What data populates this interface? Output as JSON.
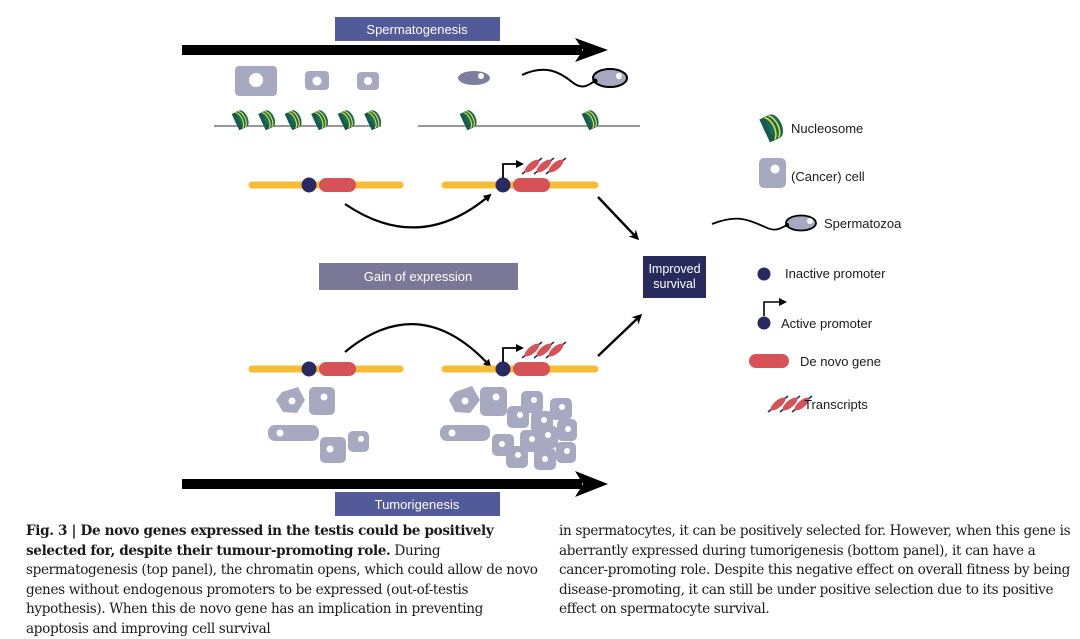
{
  "figure": {
    "top_banner": "Spermatogenesis",
    "middle_banner": "Gain of expression",
    "bottom_banner": "Tumorigenesis",
    "outcome_box": {
      "line1": "Improved",
      "line2": "survival"
    },
    "colors": {
      "banner_blue": "#535a99",
      "banner_grey": "#7a7797",
      "outcome_navy": "#282a5c",
      "chromosome_yellow": "#f6bd33",
      "gene_red": "#d65256",
      "promoter_navy": "#2a2a62",
      "cell_grey": "#a7a9c1",
      "nucleosome_green": "#155c4e",
      "nucleosome_band": "#e6df3c"
    },
    "nucleosomes": {
      "condensed_count": 6,
      "open_count": 2
    },
    "transcripts_per_gene": 3
  },
  "legend": {
    "items": [
      {
        "id": "nucleosome",
        "label": "Nucleosome",
        "icon": "nucleosome-icon"
      },
      {
        "id": "cell",
        "label": "(Cancer) cell",
        "icon": "cell-icon"
      },
      {
        "id": "spermatozoa",
        "label": "Spermatozoa",
        "icon": "spermatozoa-icon"
      },
      {
        "id": "inactive-promoter",
        "label": "Inactive promoter",
        "icon": "inactive-promoter-icon"
      },
      {
        "id": "active-promoter",
        "label": "Active promoter",
        "icon": "active-promoter-icon"
      },
      {
        "id": "de-novo-gene",
        "label": "De novo gene",
        "icon": "de-novo-gene-icon"
      },
      {
        "id": "transcripts",
        "label": "Transcripts",
        "icon": "transcripts-icon"
      }
    ]
  },
  "caption": {
    "figure_number": "Fig. 3 | ",
    "title": "De novo genes expressed in the testis could be positively selected for, despite their tumour-promoting role.",
    "body_part1": " During spermatogenesis (top panel), the chromatin opens, which could allow de novo genes without endogenous promoters to be expressed (out-of-testis hypothesis). When this de novo gene has an implication in preventing apoptosis and improving cell survival",
    "body_part2": "in spermatocytes, it can be positively selected for. However, when this gene is aberrantly expressed during tumorigenesis (bottom panel), it can have a cancer-promoting role. Despite this negative effect on overall fitness by being disease-promoting, it can still be under positive selection due to its positive effect on spermatocyte survival."
  }
}
